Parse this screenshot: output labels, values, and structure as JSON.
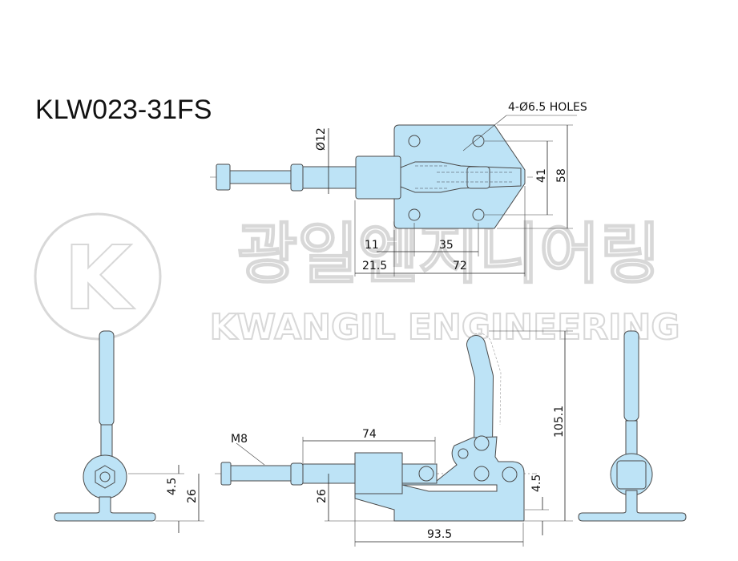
{
  "title": "KLW023-31FS",
  "watermark": {
    "logo_letter": "K",
    "korean_name": "광일엔지니어링",
    "english_name": "KWANGIL ENGINEERING"
  },
  "top_view": {
    "holes_label": "4-Ø6.5 HOLES",
    "dim_diameter": "Ø12",
    "dim_41": "41",
    "dim_58": "58",
    "dim_11": "11",
    "dim_35": "35",
    "dim_21_5": "21.5",
    "dim_72": "72"
  },
  "side_view": {
    "thread_label": "M8",
    "dim_74": "74",
    "dim_26": "26",
    "dim_4_5": "4.5",
    "dim_105_1": "105.1",
    "dim_93_5": "93.5"
  },
  "end_view": {
    "dim_4_5": "4.5",
    "dim_26": "26"
  },
  "colors": {
    "part_fill": "#bde3f6",
    "outline": "#4a4a4a"
  }
}
